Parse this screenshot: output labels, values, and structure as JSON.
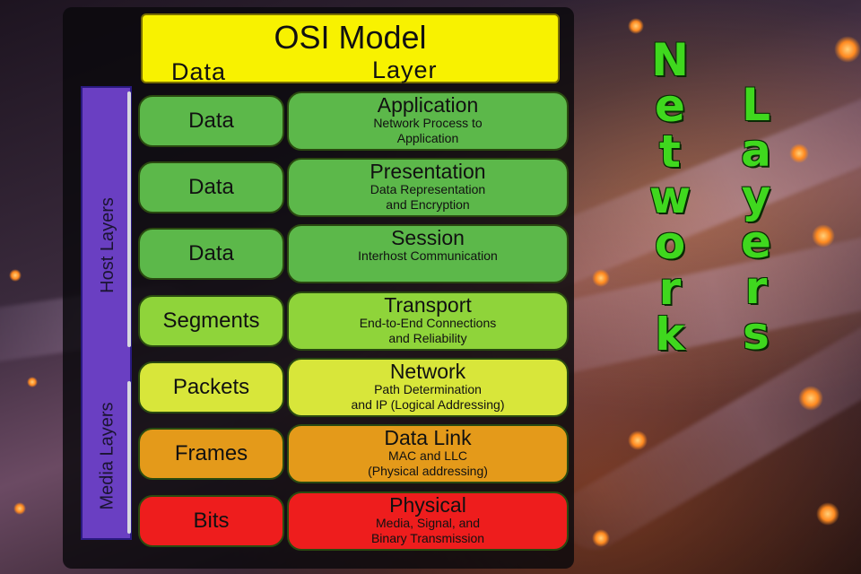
{
  "title": "OSI Model",
  "column_headers": {
    "data": "Data",
    "layer": "Layer"
  },
  "side_labels": {
    "host": "Host Layers",
    "media": "Media Layers"
  },
  "rows": [
    {
      "data": "Data",
      "layer": "Application",
      "desc1": "Network Process to",
      "desc2": "Application",
      "color": "#5cb84a"
    },
    {
      "data": "Data",
      "layer": "Presentation",
      "desc1": "Data Representation",
      "desc2": "and Encryption",
      "color": "#5cb84a"
    },
    {
      "data": "Data",
      "layer": "Session",
      "desc1": "Interhost Communication",
      "desc2": "",
      "color": "#5cb84a"
    },
    {
      "data": "Segments",
      "layer": "Transport",
      "desc1": "End-to-End Connections",
      "desc2": "and Reliability",
      "color": "#8fd43a"
    },
    {
      "data": "Packets",
      "layer": "Network",
      "desc1": "Path Determination",
      "desc2": "and IP (Logical Addressing)",
      "color": "#d8e63a"
    },
    {
      "data": "Frames",
      "layer": "Data Link",
      "desc1": "MAC and LLC",
      "desc2": "(Physical addressing)",
      "color": "#e49a1a"
    },
    {
      "data": "Bits",
      "layer": "Physical",
      "desc1": "Media, Signal, and",
      "desc2": "Binary Transmission",
      "color": "#ee1d1d"
    }
  ],
  "big_words": {
    "network": [
      "N",
      "e",
      "t",
      "w",
      "o",
      "r",
      "k"
    ],
    "layers": [
      "L",
      "a",
      "y",
      "e",
      "r",
      "s"
    ]
  }
}
